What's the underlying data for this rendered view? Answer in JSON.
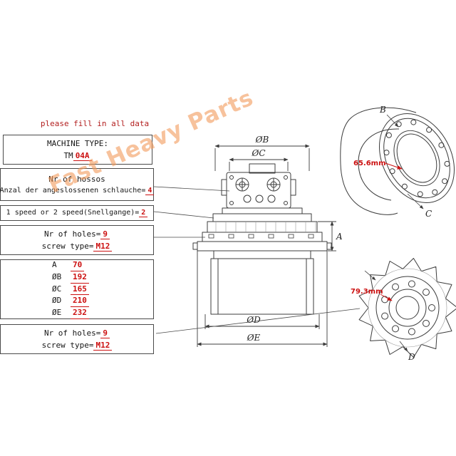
{
  "header": {
    "instruction": "please fill in all data"
  },
  "watermark": {
    "text": "Fast Heavy Parts"
  },
  "boxes": {
    "machine_type": {
      "title": "MACHINE TYPE:",
      "prefix": "TM",
      "value": "04A"
    },
    "hoses": {
      "line1": "Nr of hossos",
      "line2_label": "Anzal der angeslossenen schlauche=",
      "value": "4"
    },
    "speed": {
      "label": "1 speed or 2 speed(Snellgange)=",
      "value": "2"
    },
    "holes_top": {
      "holes_label": "Nr of holes=",
      "holes_value": "9",
      "screw_label": "screw type=",
      "screw_value": "M12"
    },
    "dimensions": {
      "rows": [
        {
          "label": "A",
          "value": "70"
        },
        {
          "label": "ØB",
          "value": "192"
        },
        {
          "label": "ØC",
          "value": "165"
        },
        {
          "label": "ØD",
          "value": "210"
        },
        {
          "label": "ØE",
          "value": "232"
        }
      ]
    },
    "holes_bottom": {
      "holes_label": "Nr of holes=",
      "holes_value": "9",
      "screw_label": "screw type=",
      "screw_value": "M12"
    }
  },
  "drawing": {
    "front_view": {
      "dim_a": "A",
      "dim_b": "ØB",
      "dim_c": "ØC",
      "dim_d": "ØD",
      "dim_e": "ØE"
    },
    "hub_view": {
      "measure": "65.6mm",
      "label_b": "B",
      "label_c": "C"
    },
    "sprocket_view": {
      "measure": "79.3mm",
      "label_d": "D"
    }
  },
  "colors": {
    "accent_red": "#cc1111",
    "watermark_orange": "#f29a5c",
    "line": "#3c3c3c"
  }
}
